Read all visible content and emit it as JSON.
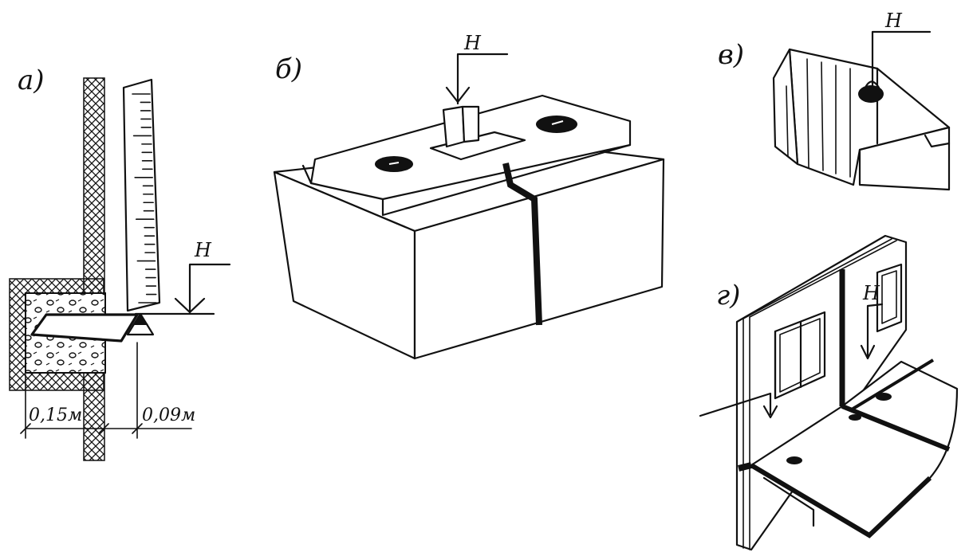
{
  "panels": {
    "a": {
      "label": "а)",
      "load_label": "H",
      "dim_left": "0,15м",
      "dim_right": "0,09м"
    },
    "b": {
      "label": "б)",
      "load_label": "H"
    },
    "v": {
      "label": "в)",
      "load_label": "H"
    },
    "g": {
      "label": "г)",
      "load_label": "H"
    }
  },
  "colors": {
    "ink": "#111111",
    "paper": "#ffffff"
  }
}
